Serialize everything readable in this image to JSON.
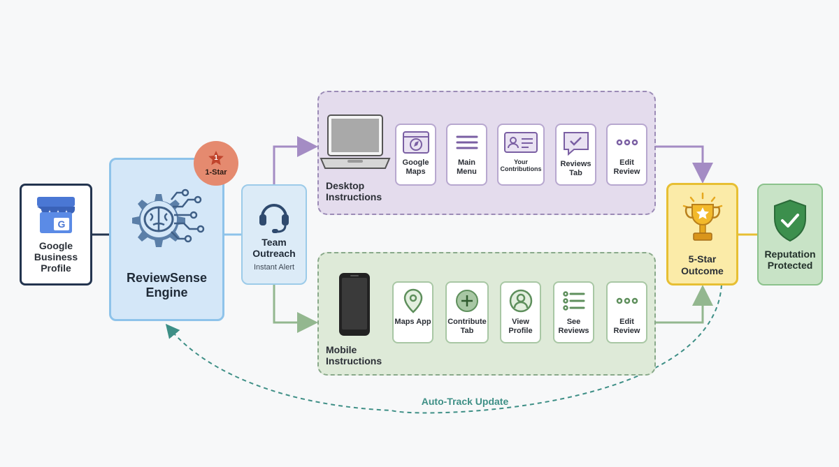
{
  "nodes": {
    "gbp": {
      "label": "Google Business Profile",
      "icon": "storefront-icon"
    },
    "engine": {
      "label": "ReviewSense Engine",
      "icon": "ai-gear-brain-icon"
    },
    "badge": {
      "number": "1",
      "label": "1-Star",
      "icon": "star-icon"
    },
    "team": {
      "label": "Team Outreach",
      "sublabel": "Instant Alert",
      "icon": "headset-icon"
    },
    "outcome": {
      "label": "5-Star Outcome",
      "icon": "trophy-icon"
    },
    "reputation": {
      "label": "Reputation Protected",
      "icon": "shield-check-icon"
    }
  },
  "desktop": {
    "title": "Desktop Instructions",
    "icon": "laptop-icon",
    "steps": [
      {
        "label": "Google Maps",
        "icon": "compass-window-icon"
      },
      {
        "label": "Main Menu",
        "icon": "menu-icon"
      },
      {
        "label": "Your Contributions",
        "icon": "id-card-icon"
      },
      {
        "label": "Reviews Tab",
        "icon": "review-check-icon"
      },
      {
        "label": "Edit Review",
        "icon": "more-dots-icon"
      }
    ]
  },
  "mobile": {
    "title": "Mobile Instructions",
    "icon": "smartphone-icon",
    "steps": [
      {
        "label": "Maps App",
        "icon": "map-pin-icon"
      },
      {
        "label": "Contribute Tab",
        "icon": "plus-circle-icon"
      },
      {
        "label": "View Profile",
        "icon": "profile-icon"
      },
      {
        "label": "See Reviews",
        "icon": "list-icon"
      },
      {
        "label": "Edit Review",
        "icon": "more-dots-icon"
      }
    ]
  },
  "loop_label": "Auto-Track Update",
  "colors": {
    "navy": "#23344f",
    "blue": "#8ec3ea",
    "purple": "#9b8bb6",
    "green": "#89a98a",
    "gold": "#e7bf33",
    "teal": "#3e8f86",
    "coral": "#e58a6f"
  }
}
